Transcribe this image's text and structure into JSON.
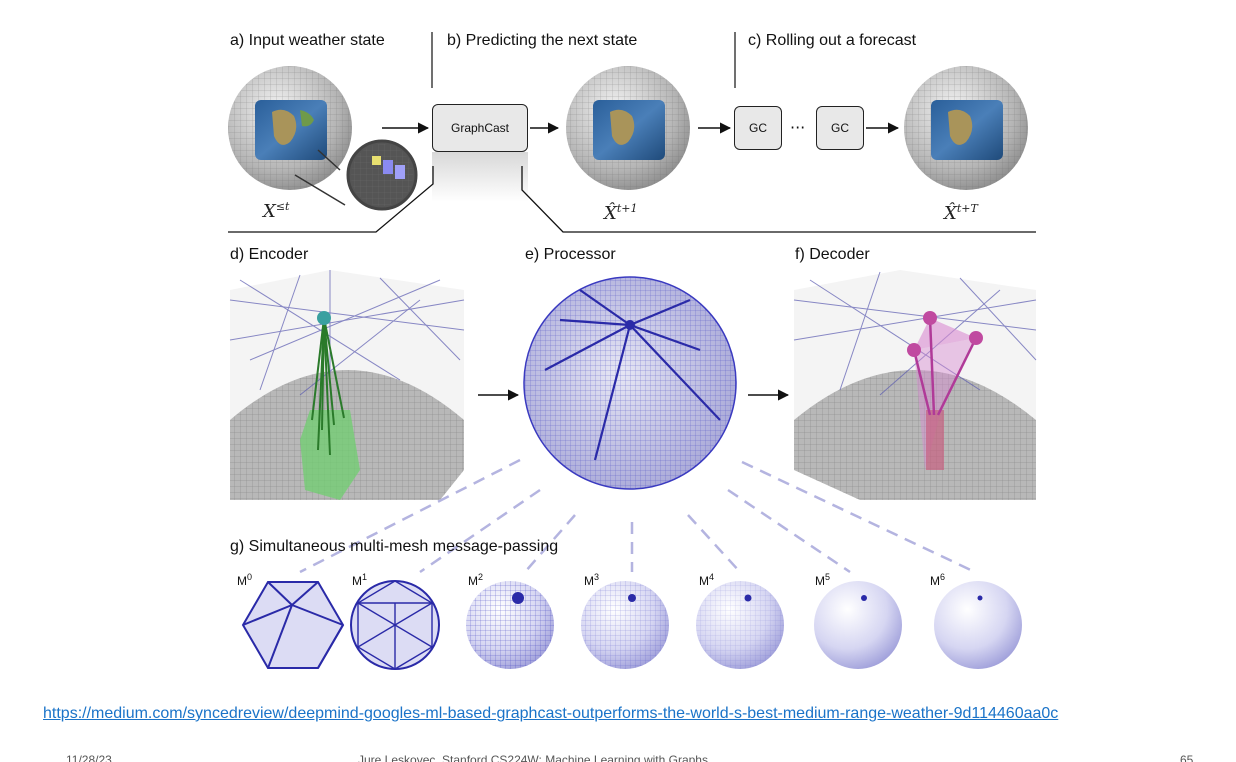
{
  "panels": {
    "a": "a)  Input weather state",
    "b": "b)  Predicting the next state",
    "c": "c)  Rolling out a forecast",
    "d": "d)  Encoder",
    "e": "e)  Processor",
    "f": "f)  Decoder",
    "g": "g)  Simultaneous multi-mesh message-passing"
  },
  "boxes": {
    "graphcast": "GraphCast",
    "gc1": "GC",
    "gc2": "GC"
  },
  "math": {
    "input": {
      "base": "X",
      "sup": "≤t"
    },
    "next": {
      "base": "X̂",
      "sup": "t+1"
    },
    "rollout": {
      "base": "X̂",
      "sup": "t+T"
    }
  },
  "meshes": [
    {
      "base": "M",
      "sup": "0"
    },
    {
      "base": "M",
      "sup": "1"
    },
    {
      "base": "M",
      "sup": "2"
    },
    {
      "base": "M",
      "sup": "3"
    },
    {
      "base": "M",
      "sup": "4"
    },
    {
      "base": "M",
      "sup": "5"
    },
    {
      "base": "M",
      "sup": "6"
    }
  ],
  "link_text": "https://medium.com/syncedreview/deepmind-googles-ml-based-graphcast-outperforms-the-world-s-best-medium-range-weather-9d114460aa0c",
  "footer": {
    "left": "11/28/23",
    "center": "Jure Leskovec, Stanford CS224W: Machine Learning with Graphs",
    "right": "65"
  },
  "colors": {
    "mesh": "#3a3ac0",
    "encoder": "#3aa63a",
    "decoder": "#c04aa0",
    "link": "#1a73c8"
  }
}
